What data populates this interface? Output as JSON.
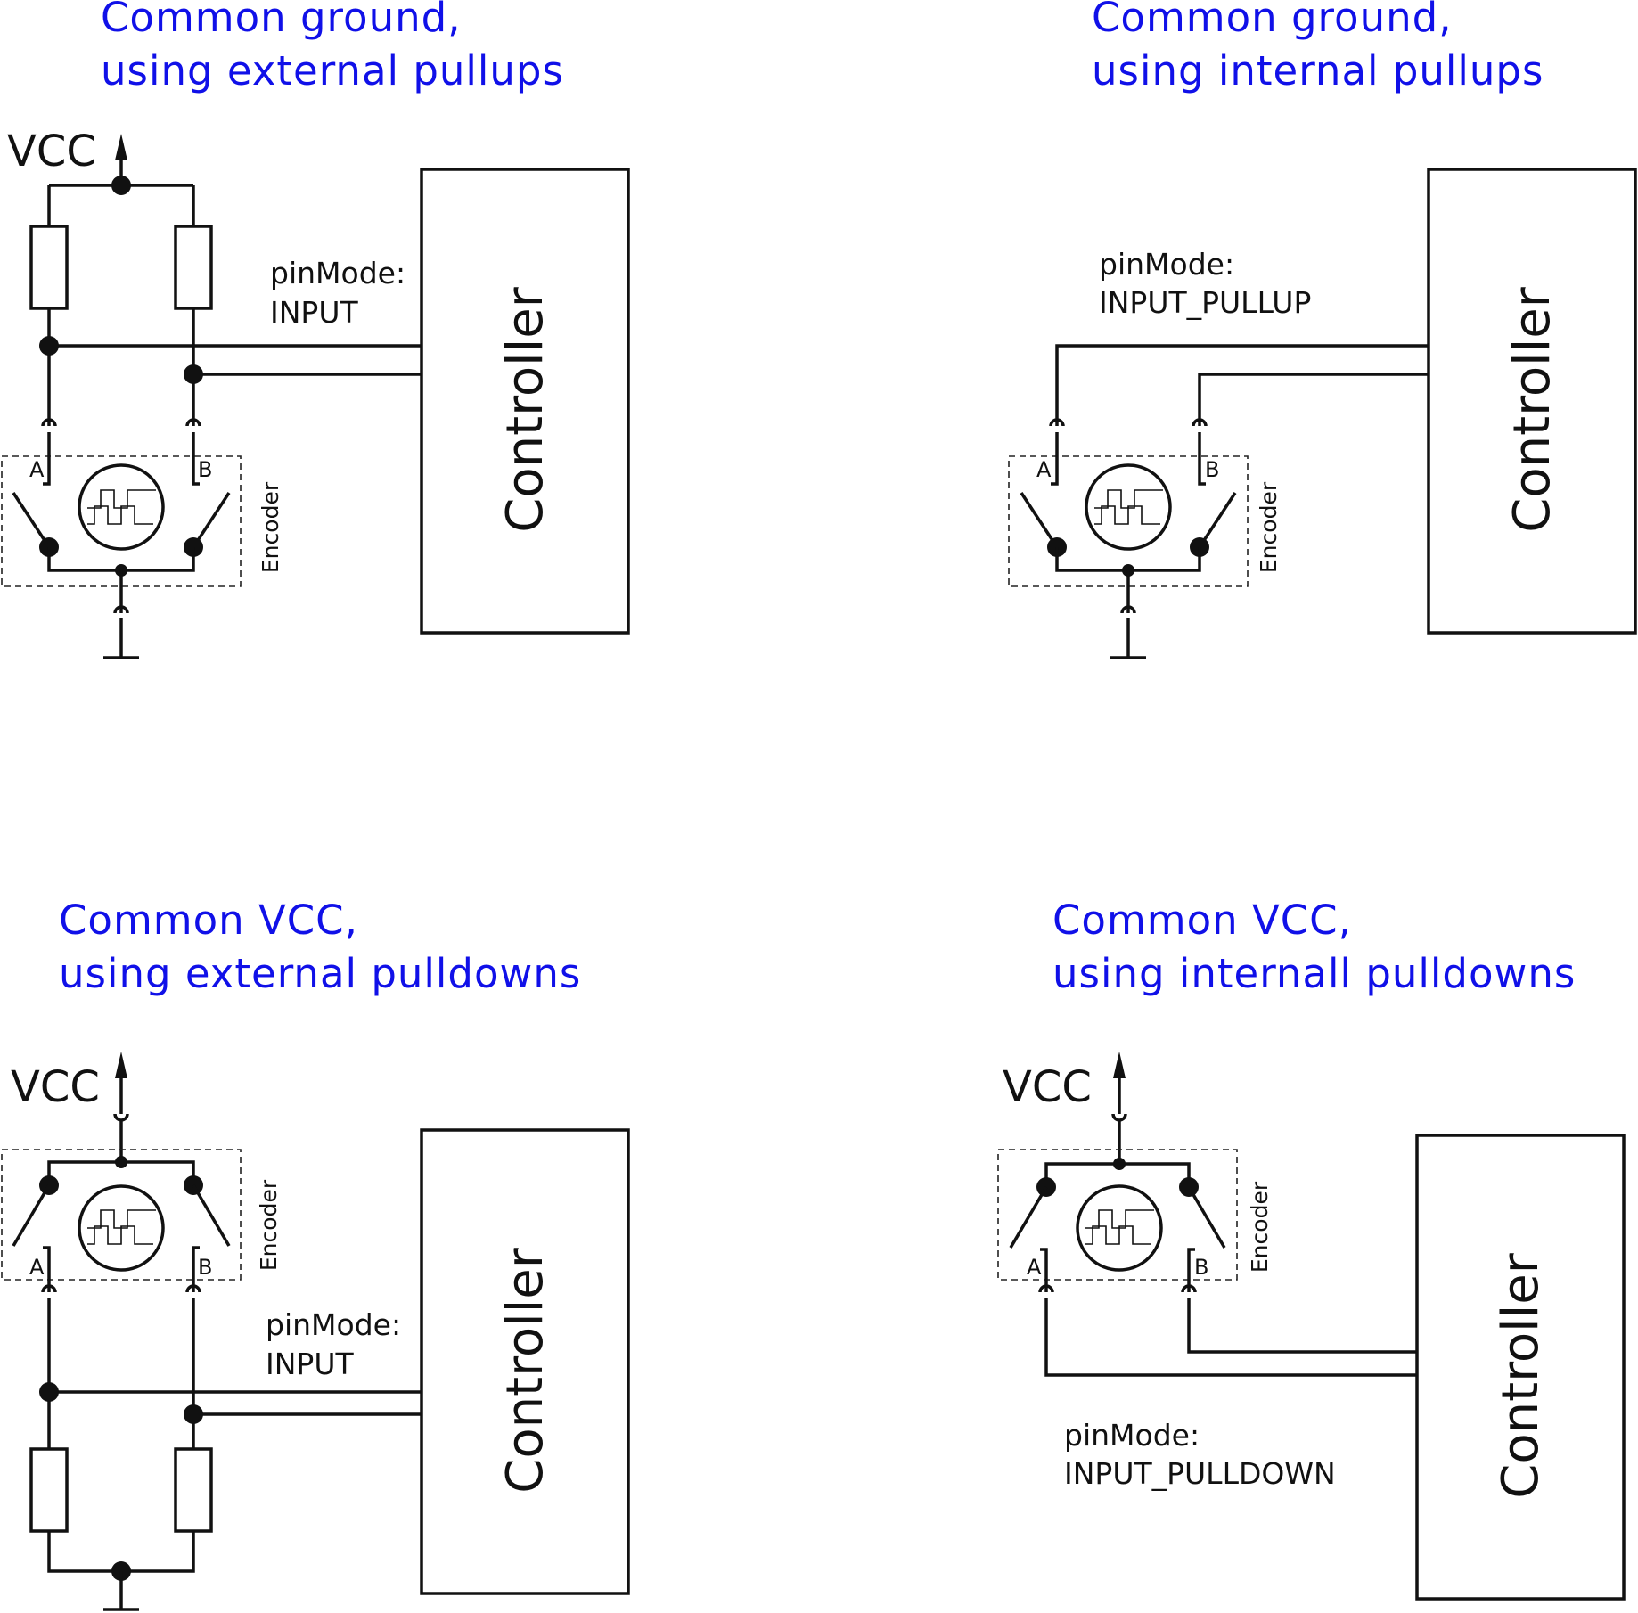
{
  "colors": {
    "title": "#1010e8",
    "wire": "#111111",
    "background": "#ffffff"
  },
  "q1": {
    "title_line1": "Common ground,",
    "title_line2": "using external pullups",
    "vcc": "VCC",
    "pinmode_label": "pinMode:",
    "pinmode_value": "INPUT",
    "controller": "Controller",
    "encoder": "Encoder",
    "pin_a": "A",
    "pin_b": "B"
  },
  "q2": {
    "title_line1": "Common ground,",
    "title_line2": "using internal pullups",
    "pinmode_label": "pinMode:",
    "pinmode_value": "INPUT_PULLUP",
    "controller": "Controller",
    "encoder": "Encoder",
    "pin_a": "A",
    "pin_b": "B"
  },
  "q3": {
    "title_line1": "Common VCC,",
    "title_line2": "using external pulldowns",
    "vcc": "VCC",
    "pinmode_label": "pinMode:",
    "pinmode_value": "INPUT",
    "controller": "Controller",
    "encoder": "Encoder",
    "pin_a": "A",
    "pin_b": "B"
  },
  "q4": {
    "title_line1": "Common VCC,",
    "title_line2": "using internall pulldowns",
    "vcc": "VCC",
    "pinmode_label": "pinMode:",
    "pinmode_value": "INPUT_PULLDOWN",
    "controller": "Controller",
    "encoder": "Encoder",
    "pin_a": "A",
    "pin_b": "B"
  }
}
